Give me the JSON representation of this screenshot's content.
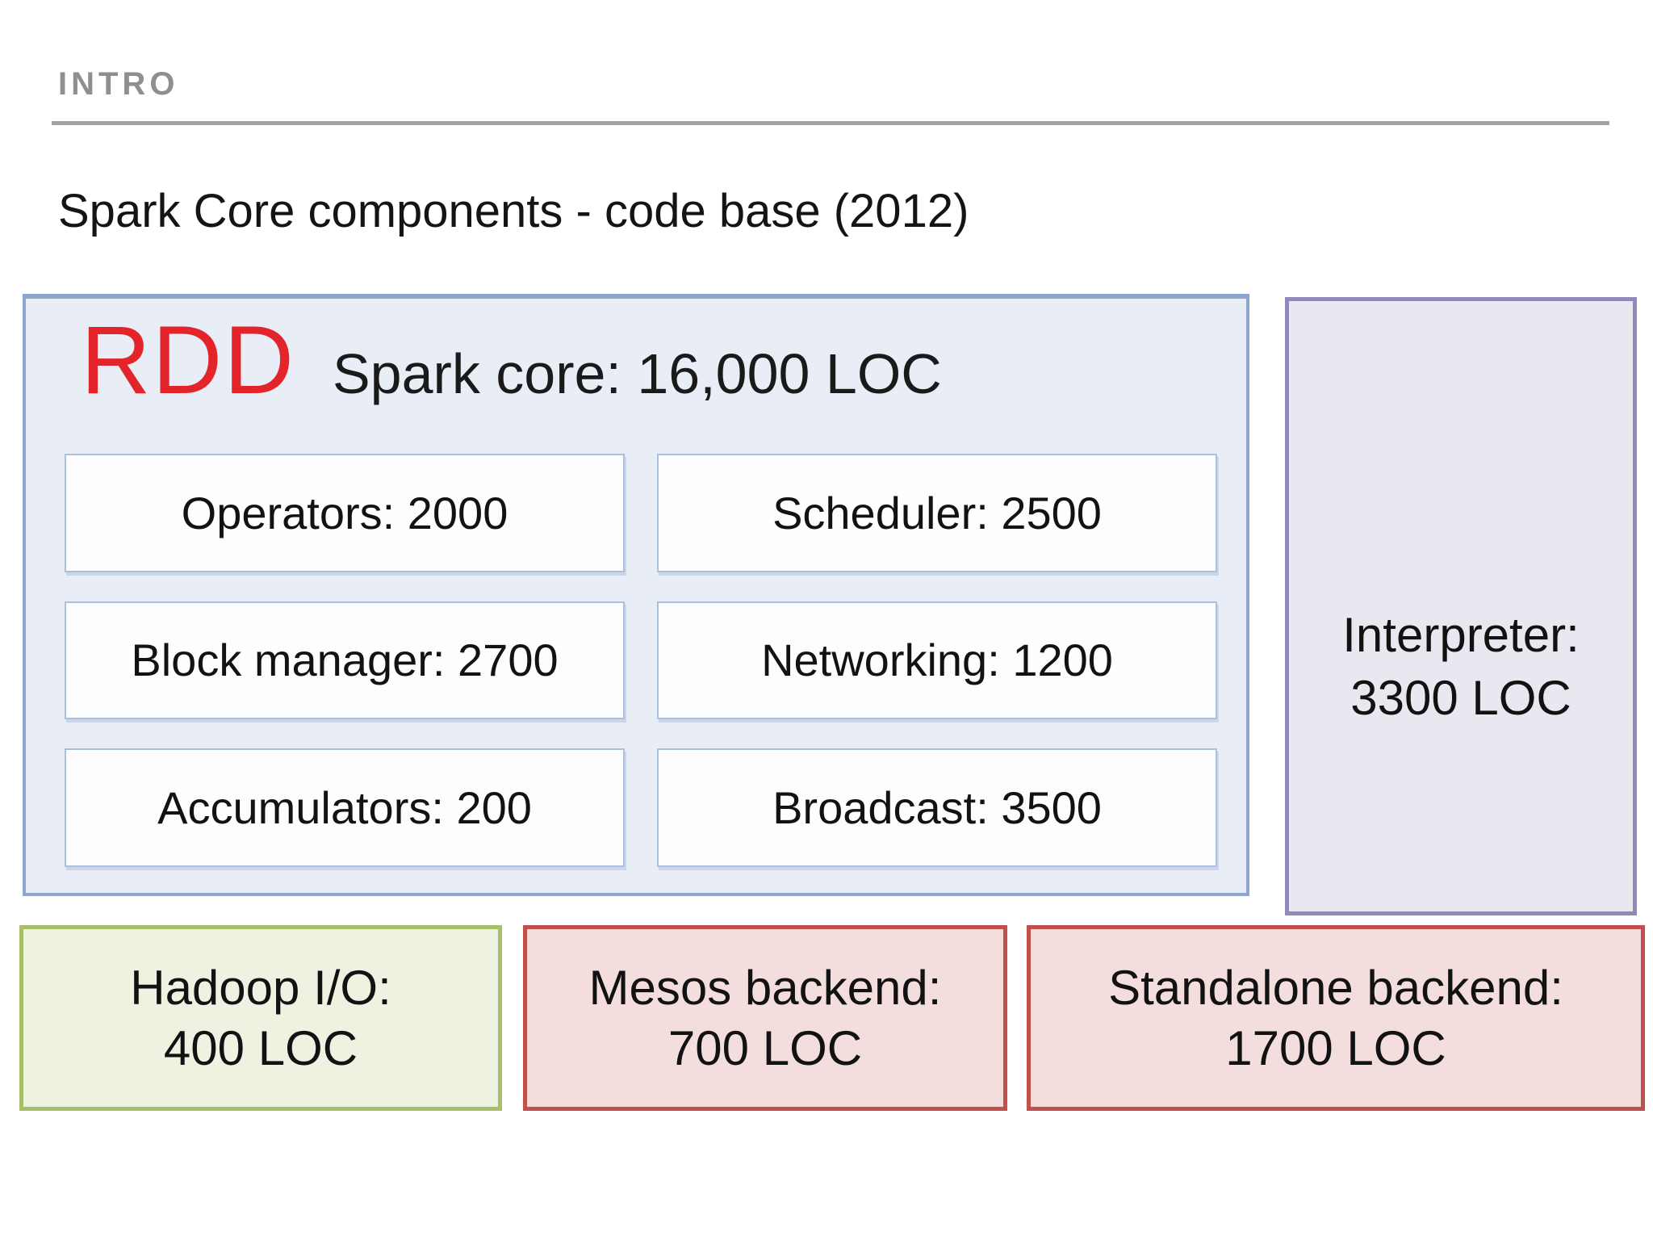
{
  "header": {
    "eyebrow": "INTRO",
    "title": "Spark Core components - code base (2012)"
  },
  "diagram": {
    "rdd": {
      "label": "RDD",
      "heading": "Spark core: 16,000 LOC",
      "total_loc": 16000,
      "components": [
        {
          "name": "Operators",
          "loc": 2000,
          "label": "Operators: 2000"
        },
        {
          "name": "Scheduler",
          "loc": 2500,
          "label": "Scheduler: 2500"
        },
        {
          "name": "Block manager",
          "loc": 2700,
          "label": "Block manager: 2700"
        },
        {
          "name": "Networking",
          "loc": 1200,
          "label": "Networking: 1200"
        },
        {
          "name": "Accumulators",
          "loc": 200,
          "label": "Accumulators: 200"
        },
        {
          "name": "Broadcast",
          "loc": 3500,
          "label": "Broadcast: 3500"
        }
      ]
    },
    "interpreter": {
      "name": "Interpreter",
      "loc": 3300,
      "line1": "Interpreter:",
      "line2": "3300 LOC"
    },
    "satellites": [
      {
        "name": "Hadoop I/O",
        "loc": 400,
        "line1": "Hadoop I/O:",
        "line2": "400 LOC",
        "theme": "green"
      },
      {
        "name": "Mesos backend",
        "loc": 700,
        "line1": "Mesos backend:",
        "line2": "700 LOC",
        "theme": "red"
      },
      {
        "name": "Standalone backend",
        "loc": 1700,
        "line1": "Standalone backend:",
        "line2": "1700 LOC",
        "theme": "red"
      }
    ],
    "colors": {
      "rdd_label": "#e3242b",
      "rdd_fill": "#e9edf6",
      "rdd_border": "#8ca6d0",
      "component_fill": "#fdfdff",
      "component_border": "#abc0dd",
      "interpreter_fill": "#e9e7f0",
      "interpreter_border": "#9487ba",
      "green_fill": "#edf2e1",
      "green_border": "#a7bf6a",
      "red_fill": "#f3dedd",
      "red_border": "#c0504d",
      "eyebrow_gray": "#8f8f8f"
    }
  }
}
